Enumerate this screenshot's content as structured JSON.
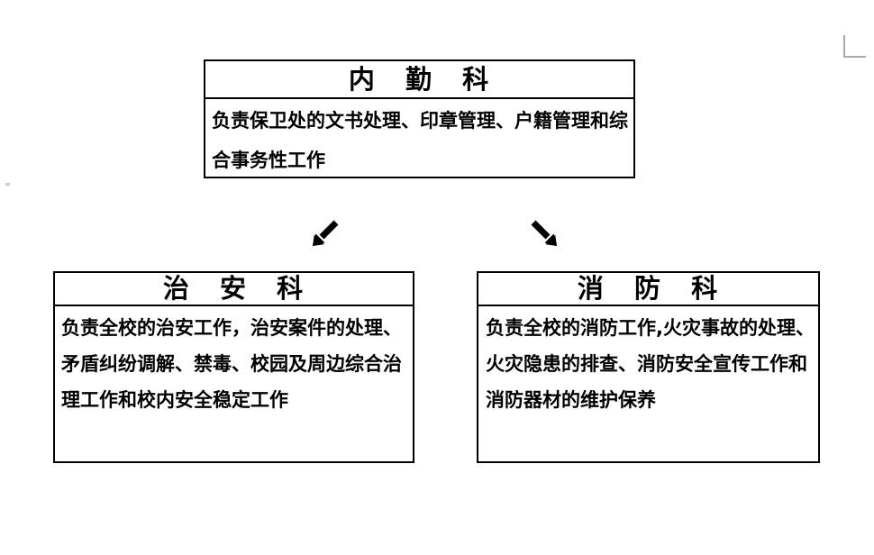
{
  "colors": {
    "page_background": "#ffffff",
    "box_border": "#000000",
    "text": "#000000",
    "crop_mark": "#a9a9a9"
  },
  "boxes": {
    "internal_affairs": {
      "title": "内 勤 科",
      "lines": [
        "负责保卫处的文书处理、印章管理、户籍管理和综",
        "合事务性工作"
      ]
    },
    "public_security": {
      "title": "治 安 科",
      "lines": [
        "负责全校的治安工作，治安案件的处理、",
        "矛盾纠纷调解、禁毒、校园及周边综合治",
        "理工作和校内安全稳定工作"
      ]
    },
    "fire_safety": {
      "title": "消 防 科",
      "lines": [
        "负责全校的消防工作,火灾事故的处理、",
        "火灾隐患的排查、消防安全宣传工作和",
        "消防器材的维护保养"
      ]
    }
  },
  "icons": {
    "left_arrow": "arrow-down-left",
    "right_arrow": "arrow-down-right",
    "corner_mark": "page-margin-corner"
  }
}
